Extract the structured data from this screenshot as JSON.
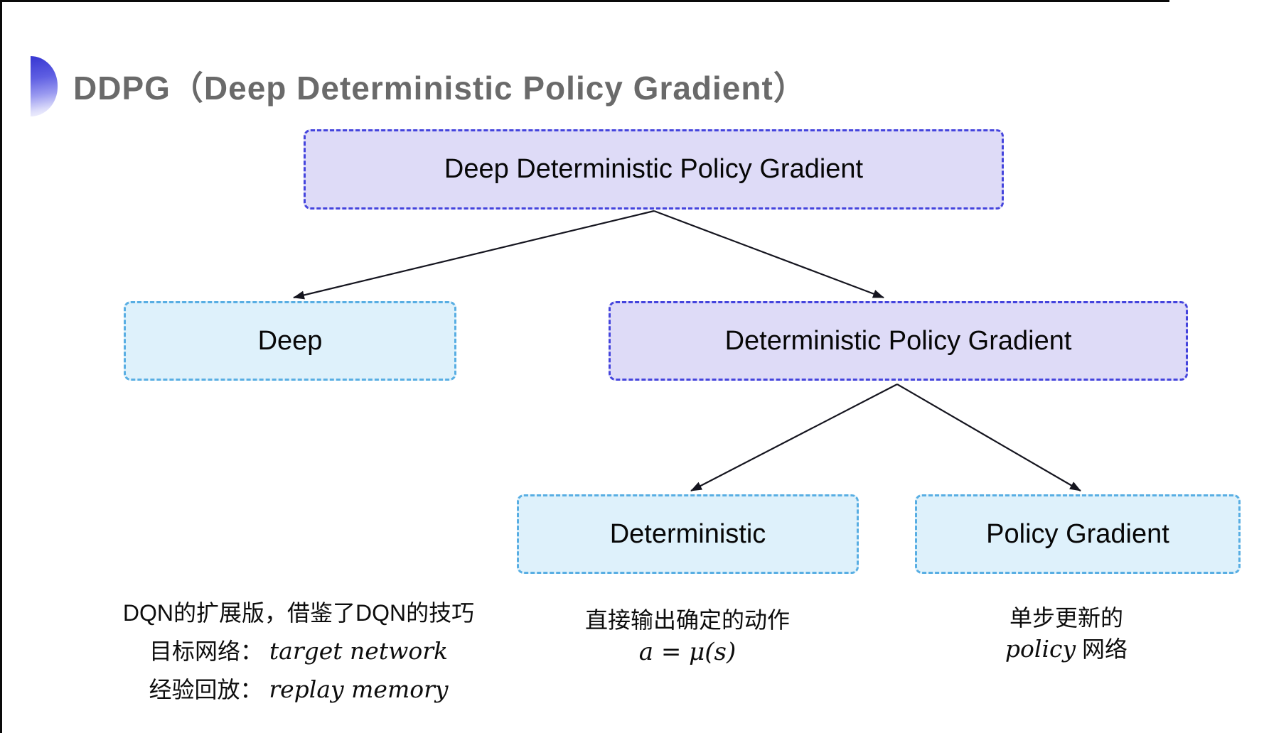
{
  "title": {
    "text": "DDPG（Deep Deterministic Policy Gradient）"
  },
  "colors": {
    "title_gray": "#6a6a6a",
    "lavender_fill": "#dedbf7",
    "indigo_border": "#4444dd",
    "cyan_fill": "#def1fb",
    "cyan_border": "#58aee3",
    "arrow": "#15151f",
    "bullet_top": "#3b3bd4",
    "bullet_bottom": "#f8f8ff"
  },
  "nodes": {
    "root": {
      "label": "Deep Deterministic Policy Gradient"
    },
    "deep": {
      "label": "Deep"
    },
    "dpg": {
      "label": "Deterministic Policy Gradient"
    },
    "deterministic": {
      "label": "Deterministic"
    },
    "policy_gradient": {
      "label": "Policy Gradient"
    }
  },
  "notes": {
    "deep": {
      "line1": "DQN的扩展版，借鉴了DQN的技巧",
      "line2_label": "目标网络：",
      "line2_term": "target network",
      "line3_label": "经验回放：",
      "line3_term": "replay memory"
    },
    "deterministic": {
      "line1": "直接输出确定的动作",
      "formula": "a = μ(s)"
    },
    "policy_gradient": {
      "line1": "单步更新的",
      "term": "policy",
      "suffix": " 网络"
    }
  }
}
